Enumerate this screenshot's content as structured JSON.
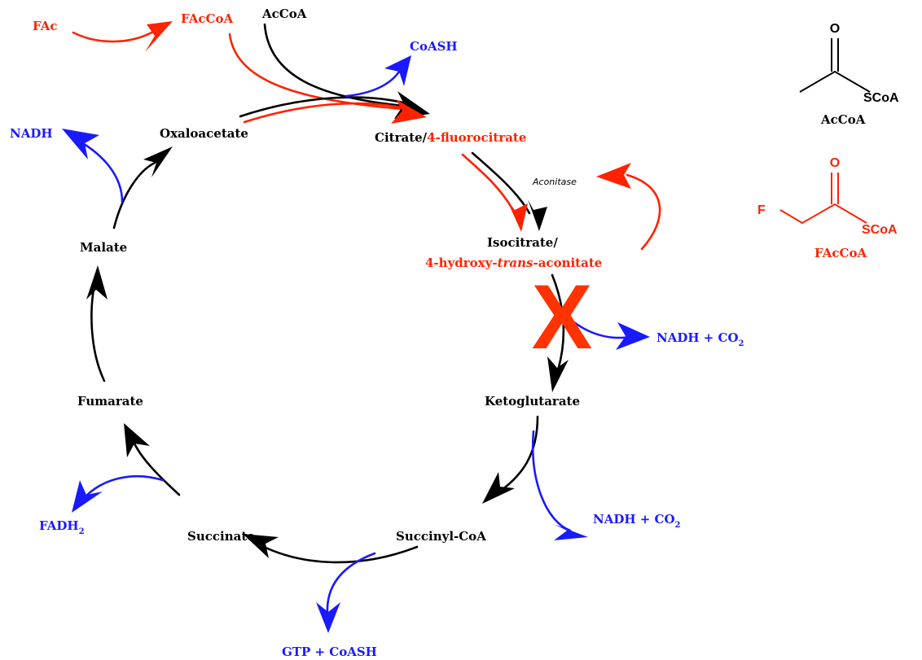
{
  "colors": {
    "black": "#000000",
    "red": "#ff2200",
    "blue": "#1a1aff",
    "x_mark": "#ff3300"
  },
  "cycle": {
    "acetyl_coa": "AcCoA",
    "citrate": "Citrate",
    "slash": "/",
    "fluorocitrate": "4-fluorocitrate",
    "isocitrate": "Isocitrate/",
    "hydroxy_aconitate_pre": "4-hydroxy-",
    "hydroxy_aconitate_italic": "trans",
    "hydroxy_aconitate_post": "-aconitate",
    "ketoglutarate": "Ketoglutarate",
    "succinyl_coa": "Succinyl-CoA",
    "succinate": "Succinate",
    "fumarate": "Fumarate",
    "malate": "Malate",
    "oxaloacetate": "Oxaloacetate"
  },
  "fluoro": {
    "fac": "FAc",
    "faccoa": "FAcCoA"
  },
  "enzyme": {
    "aconitase": "Aconitase"
  },
  "side_products": {
    "coash": "CoASH",
    "nadh_top": "NADH",
    "nadh_co2_iso": "NADH + CO",
    "nadh_co2_keto": "NADH + CO",
    "sub2": "2",
    "fadh2": "FADH",
    "gtp_coash": "GTP + CoASH"
  },
  "inhibition_mark": "X",
  "structures": {
    "accoa": {
      "o": "O",
      "scoa": "SCoA",
      "name": "AcCoA"
    },
    "faccoa": {
      "f": "F",
      "o": "O",
      "scoa": "SCoA",
      "name": "FAcCoA"
    }
  }
}
